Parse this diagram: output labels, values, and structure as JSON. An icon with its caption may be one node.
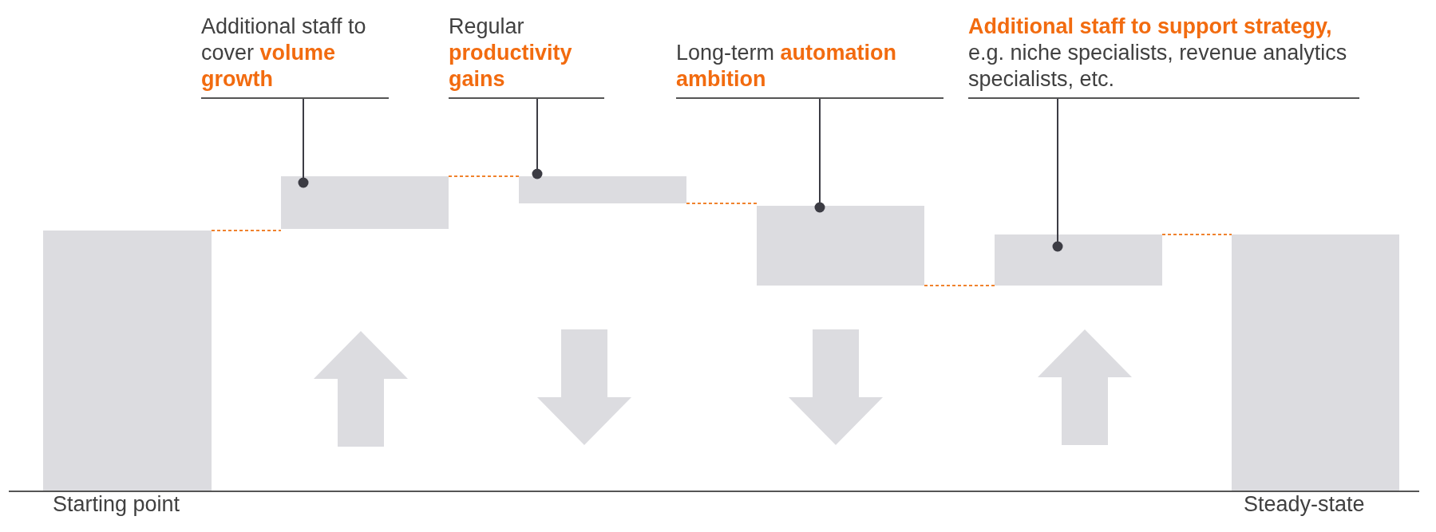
{
  "diagram": {
    "nodes": [
      {
        "text": [
          "Additional staff to cover **volume growth**"
        ]
      },
      {
        "text": [
          "Regular **productivity gains**"
        ]
      },
      {
        "text": [
          "Long-term **automation ambition**"
        ]
      },
      {
        "text": [
          "**Additional staff to support strategy,** e.g. niche specialists, revenue analytics specialists, etc."
        ]
      },
      {
        "text": [],
        "shape": "bar",
        "beside": [
          "Starting point"
        ]
      },
      {
        "text": [],
        "shape": "bar"
      },
      {
        "text": [],
        "shape": "bar"
      },
      {
        "text": [],
        "shape": "bar"
      },
      {
        "text": [],
        "shape": "bar"
      },
      {
        "text": [],
        "shape": "bar",
        "beside": [
          "Steady-state"
        ]
      }
    ],
    "edges": [
      {
        "from": 0,
        "to": 5,
        "arrow": "other",
        "color": "#3c3c44"
      },
      {
        "from": 1,
        "to": 6,
        "arrow": "other",
        "color": "#3c3c44"
      },
      {
        "from": 2,
        "to": 7,
        "arrow": "other",
        "color": "#3c3c44"
      },
      {
        "from": 3,
        "to": 8,
        "arrow": "other",
        "color": "#3c3c44"
      },
      {
        "from": 4,
        "to": 5,
        "arrow": "none",
        "style": "dashed",
        "color": "#f0822d"
      },
      {
        "from": 5,
        "to": 6,
        "arrow": "none",
        "style": "dashed",
        "color": "#f0822d"
      },
      {
        "from": 6,
        "to": 7,
        "arrow": "none",
        "style": "dashed",
        "color": "#f0822d"
      },
      {
        "from": 7,
        "to": 8,
        "arrow": "none",
        "style": "dashed",
        "color": "#f0822d"
      },
      {
        "from": 8,
        "to": 9,
        "arrow": "none",
        "style": "dashed",
        "color": "#f0822d"
      }
    ]
  }
}
